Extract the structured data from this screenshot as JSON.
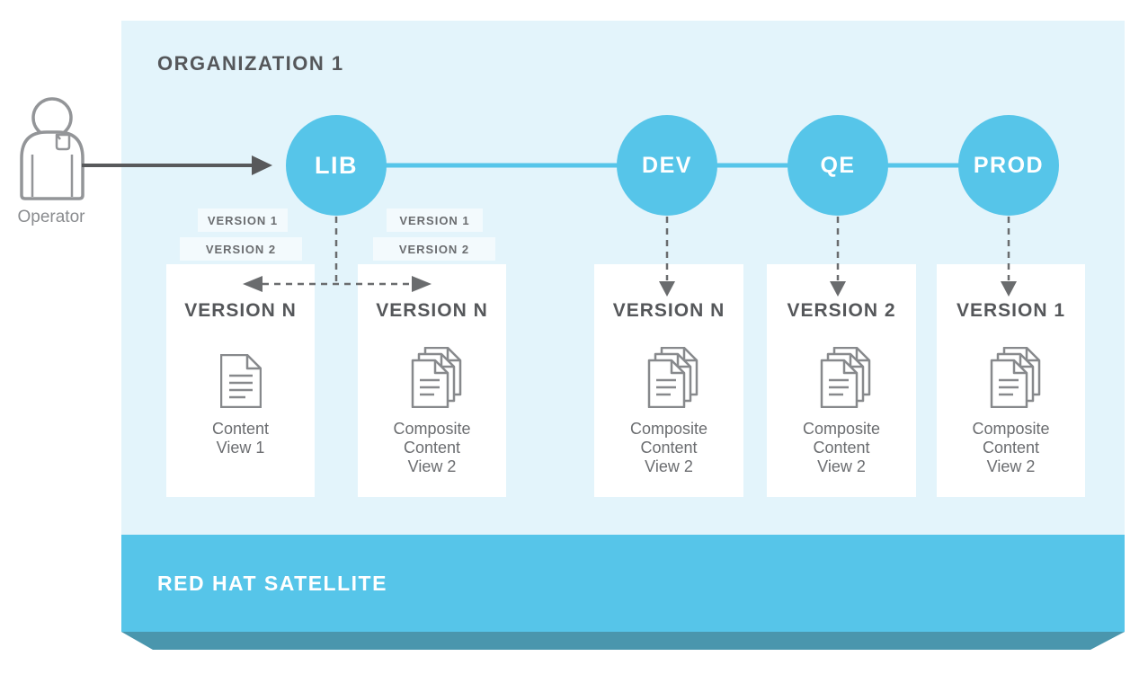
{
  "organization": {
    "title": "ORGANIZATION 1"
  },
  "operator": {
    "label": "Operator",
    "icon": "operator-person-icon"
  },
  "environments": [
    {
      "label": "LIB"
    },
    {
      "label": "DEV"
    },
    {
      "label": "QE"
    },
    {
      "label": "PROD"
    }
  ],
  "version_tabs": {
    "group1": [
      "VERSION 1",
      "VERSION 2"
    ],
    "group2": [
      "VERSION 1",
      "VERSION 2"
    ]
  },
  "boxes": [
    {
      "version": "VERSION N",
      "icon": "document-icon",
      "label": "Content\nView 1"
    },
    {
      "version": "VERSION N",
      "icon": "composite-documents-icon",
      "label": "Composite\nContent\nView 2"
    },
    {
      "version": "VERSION N",
      "icon": "composite-documents-icon",
      "label": "Composite\nContent\nView 2"
    },
    {
      "version": "VERSION 2",
      "icon": "composite-documents-icon",
      "label": "Composite\nContent\nView 2"
    },
    {
      "version": "VERSION 1",
      "icon": "composite-documents-icon",
      "label": "Composite\nContent\nView 2"
    }
  ],
  "satellite": {
    "label": "RED HAT SATELLITE"
  },
  "colors": {
    "background": "#ffffff",
    "org_background": "#e3f4fb",
    "accent_blue": "#56c5e9",
    "dark_band": "#4a96ad",
    "tab_background": "#f3fafd",
    "heading_gray": "#55575a",
    "label_gray": "#6b6d70",
    "connector_gray": "#6a6c6e",
    "operator_gray": "#939598",
    "icon_gray": "#87898c"
  }
}
